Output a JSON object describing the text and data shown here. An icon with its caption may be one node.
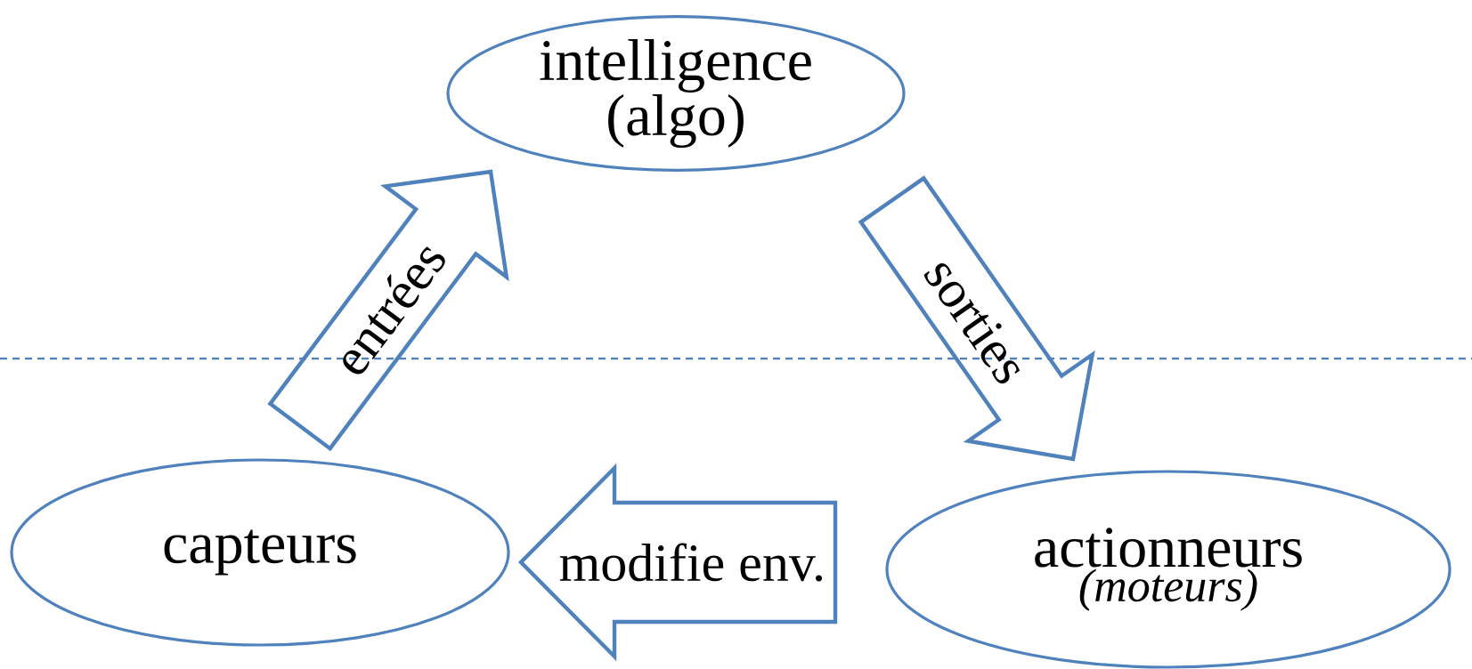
{
  "diagram": {
    "nodes": [
      {
        "text": [
          "intelligence (algo)"
        ]
      },
      {
        "text": [
          "capteurs"
        ]
      },
      {
        "text": [
          "actionneurs",
          "(moteurs)"
        ]
      }
    ],
    "edges": [
      {
        "from": 1,
        "to": 0,
        "arrow": "to",
        "label": "entrées",
        "style": "thick"
      },
      {
        "from": 0,
        "to": 2,
        "arrow": "to",
        "label": "sorties",
        "style": "thick"
      },
      {
        "from": 2,
        "to": 1,
        "arrow": "to",
        "label": "modifie env.",
        "style": "thick"
      }
    ]
  }
}
